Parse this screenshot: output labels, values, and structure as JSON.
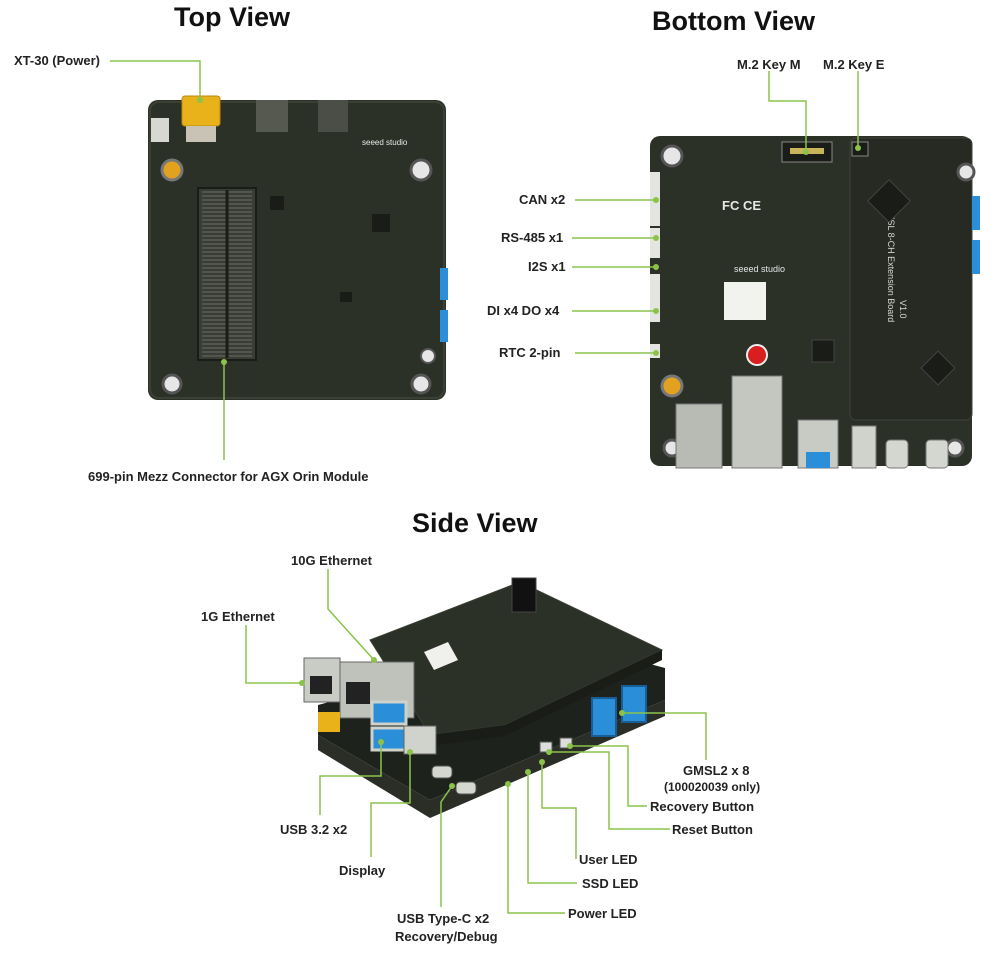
{
  "views": {
    "top": {
      "title": "Top View",
      "labels": {
        "xt30": "XT-30 (Power)",
        "mezz": "699-pin Mezz Connector for AGX Orin Module"
      },
      "board_text": {
        "brand": "seeed studio"
      }
    },
    "bottom": {
      "title": "Bottom View",
      "labels": {
        "m2m": "M.2 Key M",
        "m2e": "M.2 Key E",
        "can": "CAN x2",
        "rs485": "RS-485 x1",
        "i2s": "I2S x1",
        "dio": "DI x4 DO x4",
        "rtc": "RTC 2-pin"
      },
      "board_text": {
        "brand": "seeed studio",
        "gmsl": "GMSL 8-CH Extension Board",
        "gmsl_ver": "V1.0",
        "cert": "FC CE"
      }
    },
    "side": {
      "title": "Side View",
      "labels": {
        "eth10g": "10G Ethernet",
        "eth1g": "1G Ethernet",
        "usb32": "USB 3.2 x2",
        "display": "Display",
        "usbc1": "USB Type-C x2",
        "usbc2": "Recovery/Debug",
        "gmsl1": "GMSL2 x 8",
        "gmsl2": "(100020039 only)",
        "recovery": "Recovery Button",
        "reset": "Reset Button",
        "userled": "User LED",
        "ssdled": "SSD LED",
        "powerled": "Power LED"
      }
    }
  },
  "colors": {
    "leader": "#8bc34a",
    "pcb": "#2c3128",
    "pcb_dark": "#1e221c",
    "connector": "#e9b21a",
    "port_blue": "#2a8fd8"
  }
}
